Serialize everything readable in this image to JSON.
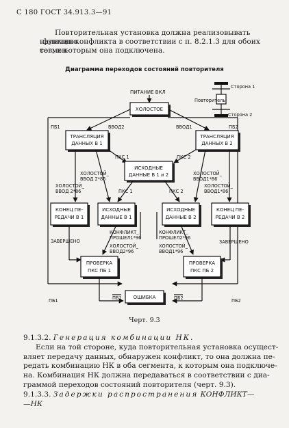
{
  "header": {
    "page_code": "С 180 ГОСТ 34.913.3—91"
  },
  "intro": {
    "line1": "Повторительная установка должна реализовывать функцию",
    "line2": "наличия конфликта в соответствии с п. 8.2.1.3 для обоих сегмен-",
    "line3": "тов, к которым она подключена."
  },
  "diagram": {
    "title": "Диаграмма переходов состояний повторителя",
    "legend": {
      "side1": "Сторона 1",
      "repeater": "Повторитель",
      "side2": "Сторона 2"
    },
    "power_on": "ПИТАНИЕ ВКЛ",
    "states": {
      "idle": "ХОЛОСТОЕ",
      "tx1": [
        "ТРАНСЛЯЦИЯ",
        "ДАННЫХ В 1"
      ],
      "tx2": [
        "ТРАНСЛЯЦИЯ",
        "ДАННЫХ В 2"
      ],
      "init12": [
        "ИСХОДНЫЕ",
        "ДАННЫЕ В 1 и 2"
      ],
      "end1": [
        "КОНЕЦ ПЕ-",
        "РЕДАЧИ В 1"
      ],
      "init1": [
        "ИСХОДНЫЕ",
        "ДАННЫЕ В 1"
      ],
      "init2": [
        "ИСХОДНЫЕ",
        "ДАННЫЕ В 2"
      ],
      "end2": [
        "КОНЕЦ ПЕ-",
        "РЕДАЧИ В 2"
      ],
      "check1": [
        "ПРОВЕРКА",
        "ПКС ПБ 1"
      ],
      "check2": [
        "ПРОВЕРКА",
        "ПКС ПБ 2"
      ],
      "error": "ОШИБКА"
    },
    "labels": {
      "vvod2": "ВВОД2",
      "vvod1": "ВВОД1",
      "pb1": "ПБ1",
      "pb2": "ПБ2",
      "pks1": "ПКС 1",
      "pks2": "ПКС 2",
      "idle_in2": [
        "ХОЛОСТОЙ_",
        "ВВОД 2*86"
      ],
      "idle_in1": [
        "ХОЛОСТОЙ_",
        "ВВОД1*86"
      ],
      "idle_in2b": [
        "ХОЛОСТОЙ_",
        "ВВОД 2*86"
      ],
      "idle_in1b": [
        "ХОЛОСТОЙ_",
        "ВВОД1*86"
      ],
      "conflict1": [
        "КОНФЛИКТ_",
        "ПРОШЕЛ1*96"
      ],
      "conflict2": [
        "КОНФЛИКТ_",
        "ПРОШЕЛ2*96"
      ],
      "idle_in2c": [
        "ХОЛОСТОЙ_",
        "ВВОД2*96"
      ],
      "idle_in1c": [
        "ХОЛОСТОЙ_",
        "ВВОД1*96"
      ],
      "done_left": "ЗАВЕРШЕНО",
      "done_right": "ЗАВЕРШЕНО",
      "pb1_bottom": "ПБ1",
      "pb1_bar": "ПБ1",
      "pb2_bar": "ПБ2",
      "pb2_bottom": "ПБ2"
    },
    "caption": "Черт. 9.3"
  },
  "section_932": {
    "num": "9.1.3.2.",
    "title": "Генерация комбинации НК.",
    "body": [
      "Если на той стороне, куда повторительная установка осущест-",
      "вляет передачу данных, обнаружен конфликт, то она должна пе-",
      "редать комбинацию НК в оба сегмента, к которым она подключе-",
      "на. Комбинация НК должна передаваться в соответствии с диа-",
      "граммой переходов состояний повторителя (черт. 9.3)."
    ]
  },
  "section_933": {
    "num": "9.1.3.3.",
    "title": "Задержки распространения",
    "title_it": "КОНФЛИКТ—",
    "title_it2": "—НК"
  }
}
